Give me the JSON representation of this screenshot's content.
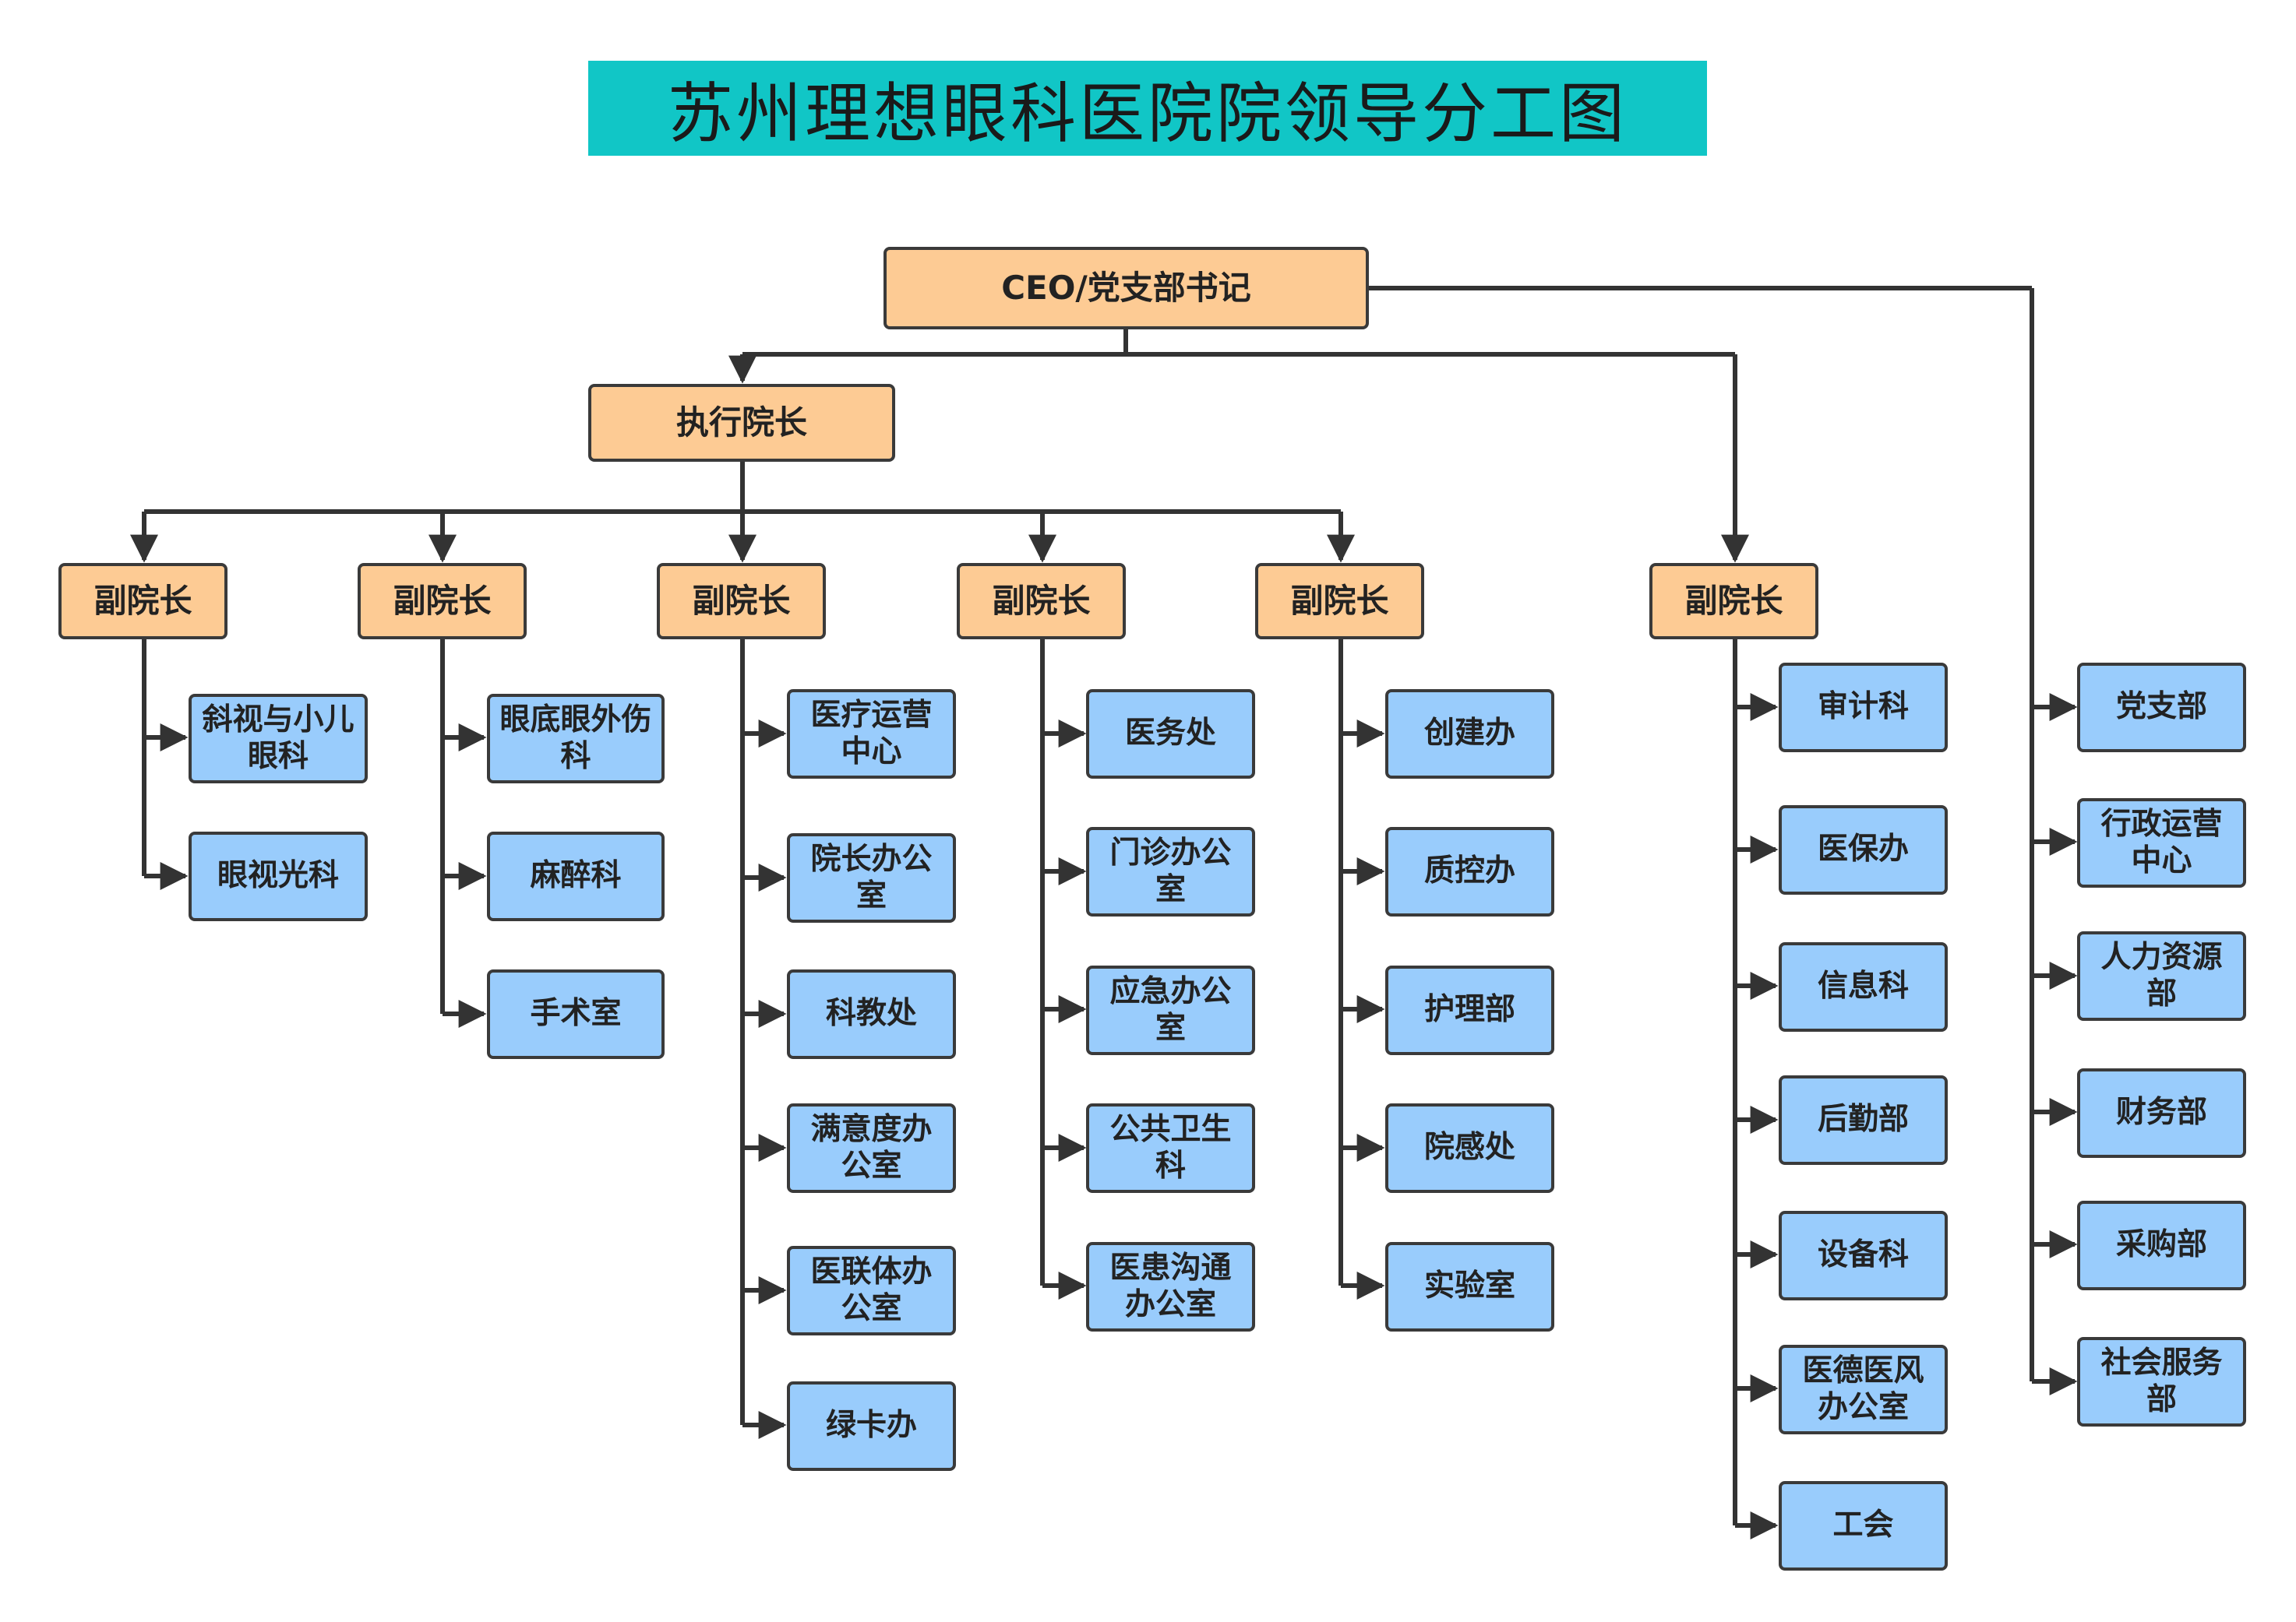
{
  "title": "苏州理想眼科医院院领导分工图",
  "colors": {
    "title_bg": "#11c6c6",
    "leader_box": "#fdcb94",
    "department_box": "#99ccfc",
    "border": "#3a3a3a",
    "line": "#333333"
  },
  "org": {
    "ceo": "CEO/党支部书记",
    "executive": "执行院长",
    "vice_presidents": [
      {
        "label": "副院长",
        "departments": [
          "斜视与小儿眼科",
          "眼视光科"
        ]
      },
      {
        "label": "副院长",
        "departments": [
          "眼底眼外伤科",
          "麻醉科",
          "手术室"
        ]
      },
      {
        "label": "副院长",
        "departments": [
          "医疗运营中心",
          "院长办公室",
          "科教处",
          "满意度办公室",
          "医联体办公室",
          "绿卡办"
        ]
      },
      {
        "label": "副院长",
        "departments": [
          "医务处",
          "门诊办公室",
          "应急办公室",
          "公共卫生科",
          "医患沟通办公室"
        ]
      },
      {
        "label": "副院长",
        "departments": [
          "创建办",
          "质控办",
          "护理部",
          "院感处",
          "实验室"
        ]
      },
      {
        "label": "副院长",
        "departments": [
          "审计科",
          "医保办",
          "信息科",
          "后勤部",
          "设备科",
          "医德医风办公室",
          "工会"
        ]
      }
    ],
    "ceo_direct": [
      "党支部",
      "行政运营中心",
      "人力资源部",
      "财务部",
      "采购部",
      "社会服务部"
    ]
  }
}
